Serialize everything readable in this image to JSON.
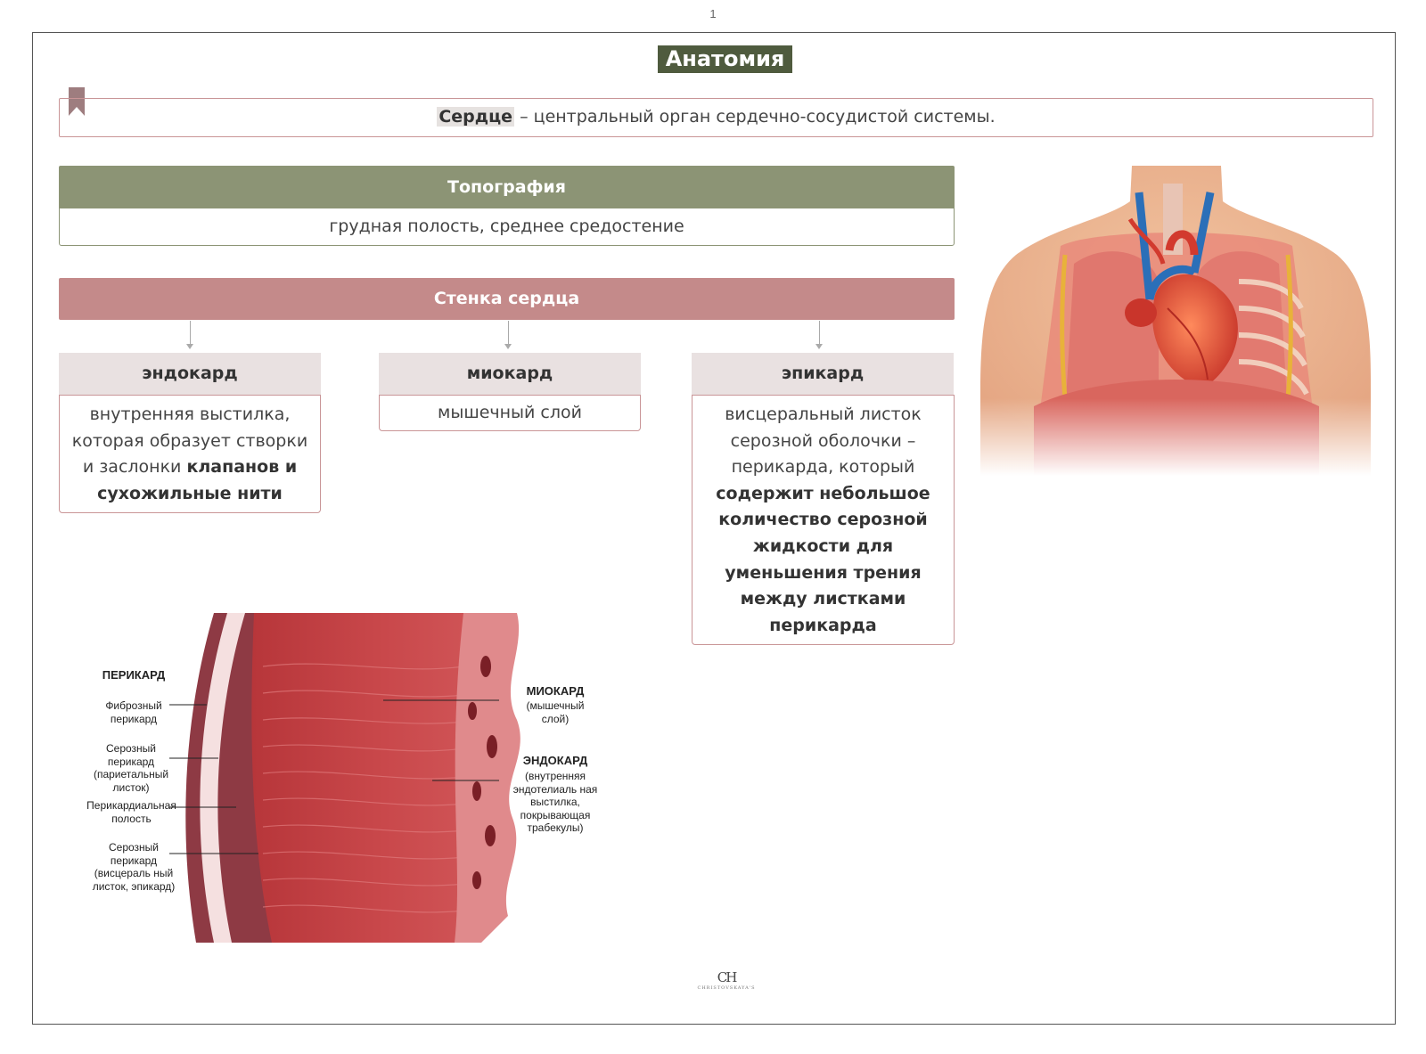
{
  "page_number": "1",
  "title": "Анатомия",
  "definition": {
    "term": "Сердце",
    "text": " – центральный орган сердечно-сосудистой системы."
  },
  "topography": {
    "header": "Топография",
    "text": "грудная полость, среднее средостение"
  },
  "wall": {
    "header": "Стенка сердца",
    "layers": [
      {
        "name": "эндокард",
        "text_plain": "внутренняя выстилка, которая образует створки и заслонки",
        "text_bold": "клапанов и сухожильные нити"
      },
      {
        "name": "миокард",
        "text_plain": "мышечный слой",
        "text_bold": ""
      },
      {
        "name": "эпикард",
        "text_plain": "висцеральный листок серозной оболочки – перикарда, который",
        "text_bold": "содержит небольшое количество серозной жидкости для уменьшения трения между листками перикарда"
      }
    ]
  },
  "illustration_labels": {
    "pericardium": "ПЕРИКАРД",
    "fibrous": "Фиброзный перикард",
    "serous_parietal": "Серозный перикард (париетальный листок)",
    "cavity": "Перикардиальная полость",
    "serous_visceral": "Серозный перикард (висцераль ный листок, эпикард)",
    "myocardium": "МИОКАРД",
    "myocardium_note": "(мышечный слой)",
    "endocardium": "ЭНДОКАРД",
    "endocardium_note": "(внутренняя эндотелиаль ная выстилка, покрывающая трабекулы)"
  },
  "logo": {
    "monogram": "CH",
    "name": "CHRISTOVSKAYA'S"
  },
  "colors": {
    "title_bg": "#4f5b3e",
    "topography_bg": "#8c9475",
    "wall_bg": "#c48a8a",
    "layer_head_bg": "#e9e1e1",
    "accent_border": "#c99597"
  }
}
